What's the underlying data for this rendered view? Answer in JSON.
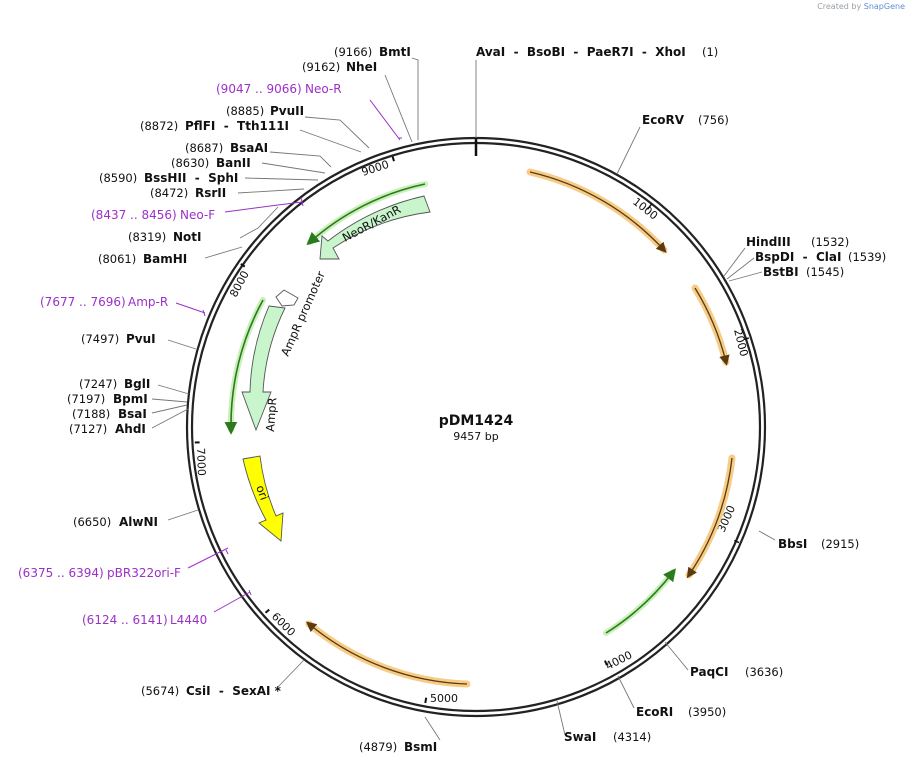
{
  "plasmid": {
    "name": "pDM1424",
    "length_label": "9457 bp",
    "length_bp": 9457
  },
  "credit": {
    "prefix": "Created by",
    "brand": "SnapGene"
  },
  "ruler_ticks": [
    {
      "bp": 1000,
      "label": "1000"
    },
    {
      "bp": 2000,
      "label": "2000"
    },
    {
      "bp": 3000,
      "label": "3000"
    },
    {
      "bp": 4000,
      "label": "4000"
    },
    {
      "bp": 5000,
      "label": "5000"
    },
    {
      "bp": 6000,
      "label": "6000"
    },
    {
      "bp": 7000,
      "label": "7000"
    },
    {
      "bp": 8000,
      "label": "8000"
    },
    {
      "bp": 9000,
      "label": "9000"
    }
  ],
  "enzymes": [
    {
      "pos": "(9166)",
      "name": "BmtI"
    },
    {
      "pos": "(9162)",
      "name": "NheI"
    },
    {
      "pos": "(8885)",
      "name": "PvuII"
    },
    {
      "pos": "(8872)",
      "name": "PflFI  -  Tth111I"
    },
    {
      "pos": "(8687)",
      "name": "BsaAI"
    },
    {
      "pos": "(8630)",
      "name": "BanII"
    },
    {
      "pos": "(8590)",
      "name": "BssHII  -  SphI"
    },
    {
      "pos": "(8472)",
      "name": "RsrII"
    },
    {
      "pos": "(8319)",
      "name": "NotI"
    },
    {
      "pos": "(8061)",
      "name": "BamHI"
    },
    {
      "pos": "(7497)",
      "name": "PvuI"
    },
    {
      "pos": "(7247)",
      "name": "BglI"
    },
    {
      "pos": "(7197)",
      "name": "BpmI"
    },
    {
      "pos": "(7188)",
      "name": "BsaI"
    },
    {
      "pos": "(7127)",
      "name": "AhdI"
    },
    {
      "pos": "(6650)",
      "name": "AlwNI"
    },
    {
      "pos": "(5674)",
      "name": "CsiI  -  SexAI *"
    },
    {
      "pos": "(4879)",
      "name": "BsmI"
    },
    {
      "pos": "(1)",
      "name": "AvaI  -  BsoBI  -  PaeR7I  -  XhoI"
    },
    {
      "pos": "(756)",
      "name": "EcoRV"
    },
    {
      "pos": "(1532)",
      "name": "HindIII"
    },
    {
      "pos": "(1539)",
      "name": "BspDI  -  ClaI"
    },
    {
      "pos": "(1545)",
      "name": "BstBI"
    },
    {
      "pos": "(2915)",
      "name": "BbsI"
    },
    {
      "pos": "(3636)",
      "name": "PaqCI"
    },
    {
      "pos": "(3950)",
      "name": "EcoRI"
    },
    {
      "pos": "(4314)",
      "name": "SwaI"
    }
  ],
  "primers": [
    {
      "range": "(9047 .. 9066)",
      "name": "Neo-R"
    },
    {
      "range": "(8437 .. 8456)",
      "name": "Neo-F"
    },
    {
      "range": "(7677 .. 7696)",
      "name": "Amp-R"
    },
    {
      "range": "(6375 .. 6394)",
      "name": "pBR322ori-F"
    },
    {
      "range": "(6124 .. 6141)",
      "name": "L4440"
    }
  ],
  "features": [
    {
      "name": "NeoR/KanR",
      "color": "#c8f5cc"
    },
    {
      "name": "AmpR promoter",
      "color": "#c8f5cc"
    },
    {
      "name": "AmpR",
      "color": "#c8f5cc"
    },
    {
      "name": "ori",
      "color": "#ffff00"
    }
  ],
  "colors": {
    "backbone": "#222222",
    "orf_orange": "#f5c77a",
    "orf_green": "#3a9e2c",
    "primer_purple": "#9b30c8"
  }
}
